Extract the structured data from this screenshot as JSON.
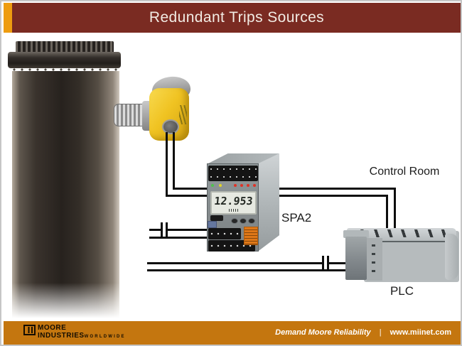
{
  "slide": {
    "title": "Redundant Trips Sources"
  },
  "diagram": {
    "labels": {
      "control_room": "Control Room",
      "spa2": "SPA2",
      "plc": "PLC"
    },
    "spa2": {
      "display_value": "12.953"
    }
  },
  "footer": {
    "logo": {
      "name_top": "MOORE",
      "name_bottom": "INDUSTRIES",
      "subtext": "WORLDWIDE"
    },
    "tagline": "Demand Moore Reliability",
    "separator": "|",
    "website": "www.miinet.com"
  },
  "colors": {
    "header_maroon": "#7a2b22",
    "accent_orange": "#ee9c10",
    "footer_orange": "#c4760f",
    "transmitter_yellow": "#f0c322",
    "wire_black": "#0d0d0d"
  }
}
